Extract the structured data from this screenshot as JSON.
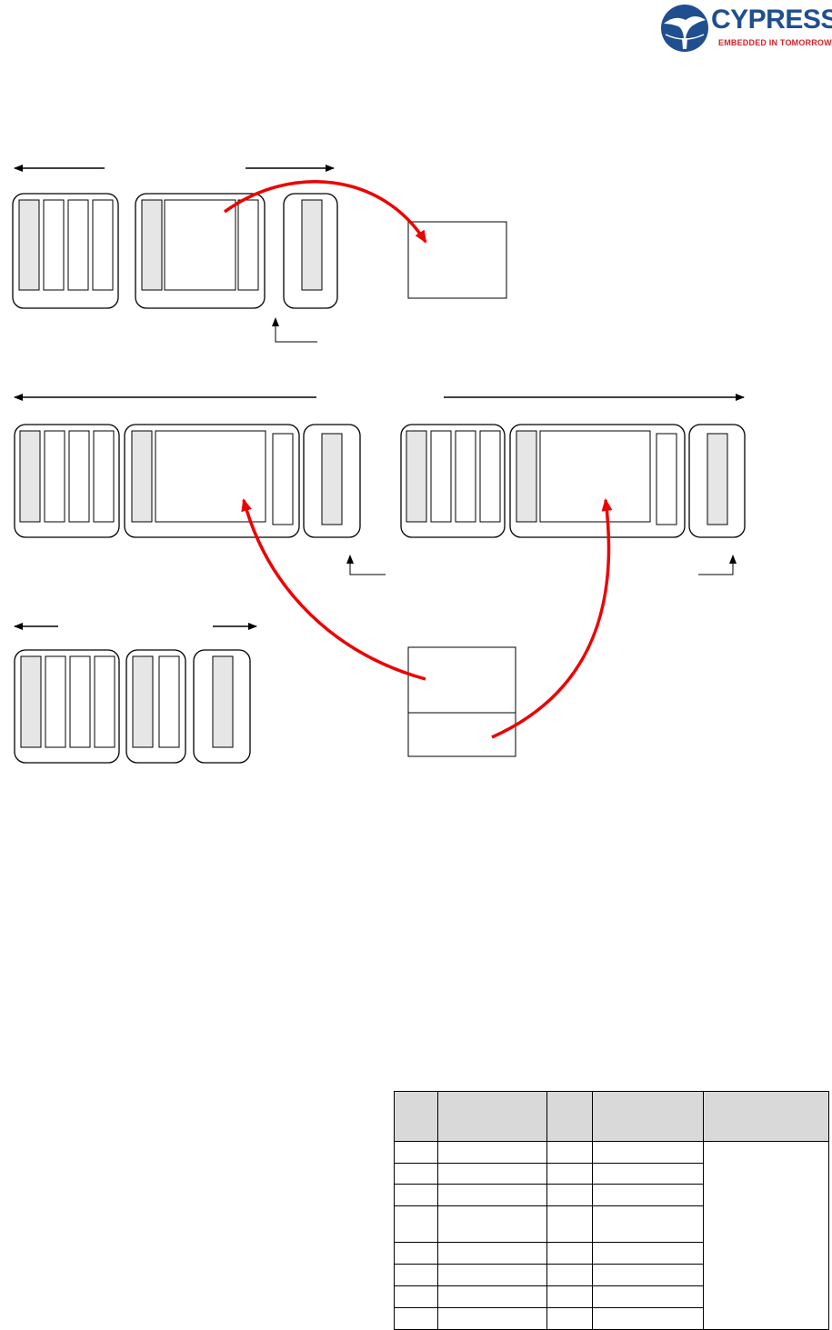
{
  "logo": {
    "brand": "CYPRESS",
    "tagline": "EMBEDDED IN TOMORROW",
    "icon": "cypress-tree-globe-icon",
    "colors": {
      "blue": "#1f4f8f",
      "red": "#d2232a"
    }
  },
  "diagram": {
    "arrow_color": "#ee0000",
    "cell_fill": "#e6e6e6"
  },
  "table": {
    "header_fill": "#d9d9d9",
    "header_row_count": 1,
    "body_row_count": 8
  }
}
